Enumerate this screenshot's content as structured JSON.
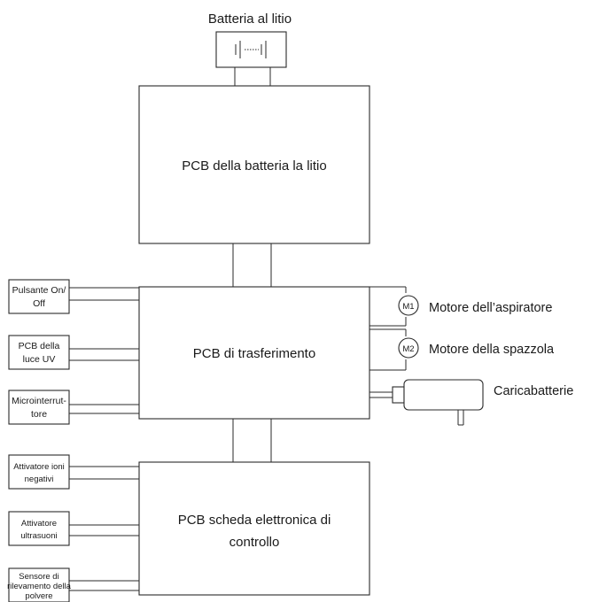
{
  "battery": {
    "label": "Batteria al litio"
  },
  "battery_pcb": {
    "label": "PCB della batteria la litio"
  },
  "transfer_pcb": {
    "label": "PCB di trasferimento"
  },
  "control_pcb": {
    "line1": "PCB scheda elettronica di",
    "line2": "controllo"
  },
  "inputs_top": [
    {
      "line1": "Pulsante On/",
      "line2": "Off"
    },
    {
      "line1": "PCB della",
      "line2": "luce UV"
    },
    {
      "line1": "Microinterrut-",
      "line2": "tore"
    }
  ],
  "inputs_bottom": [
    {
      "line1": "Attivatore ioni",
      "line2": "negativi"
    },
    {
      "line1": "Attivatore",
      "line2": "ultrasuoni"
    },
    {
      "line1": "Sensore di",
      "line2": "rilevamento della",
      "line3": "polvere"
    }
  ],
  "motors": [
    {
      "symbol": "M1",
      "label": "Motore dell’aspiratore"
    },
    {
      "symbol": "M2",
      "label": "Motore della  spazzola"
    }
  ],
  "charger": {
    "label": "Caricabatterie"
  }
}
